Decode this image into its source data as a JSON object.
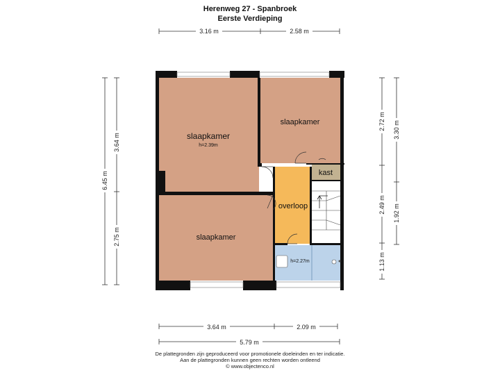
{
  "header": {
    "title": "Herenweg 27 - Spanbroek",
    "subtitle": "Eerste Verdieping"
  },
  "dimensions": {
    "top_left": "3.16 m",
    "top_right": "2.58 m",
    "left_total": "6.45 m",
    "left_upper": "3.64 m",
    "left_lower": "2.75 m",
    "right_inner_1": "2.72 m",
    "right_inner_2": "2.49 m",
    "right_inner_3": "1.13 m",
    "right_outer_1": "3.30 m",
    "right_outer_2": "1.92 m",
    "bottom_left": "3.64 m",
    "bottom_right": "2.09 m",
    "bottom_total": "5.79 m"
  },
  "rooms": {
    "bedroom_1": "slaapkamer",
    "bedroom_1_height": "h=2.39m",
    "bedroom_2": "slaapkamer",
    "bedroom_3": "slaapkamer",
    "landing": "overloop",
    "closet": "kast",
    "bathroom_height": "h=2.27m"
  },
  "colors": {
    "bedroom": "#d4a185",
    "landing": "#f5b95a",
    "closet": "#c2b291",
    "bathroom": "#bcd3ea",
    "wall": "#111111"
  },
  "footer": {
    "line1": "De plattegronden zijn geproduceerd voor promotionele doeleinden en ter indicatie.",
    "line2": "Aan de plattegronden kunnen geen rechten worden ontleend",
    "line3": "© www.objectenco.nl"
  }
}
